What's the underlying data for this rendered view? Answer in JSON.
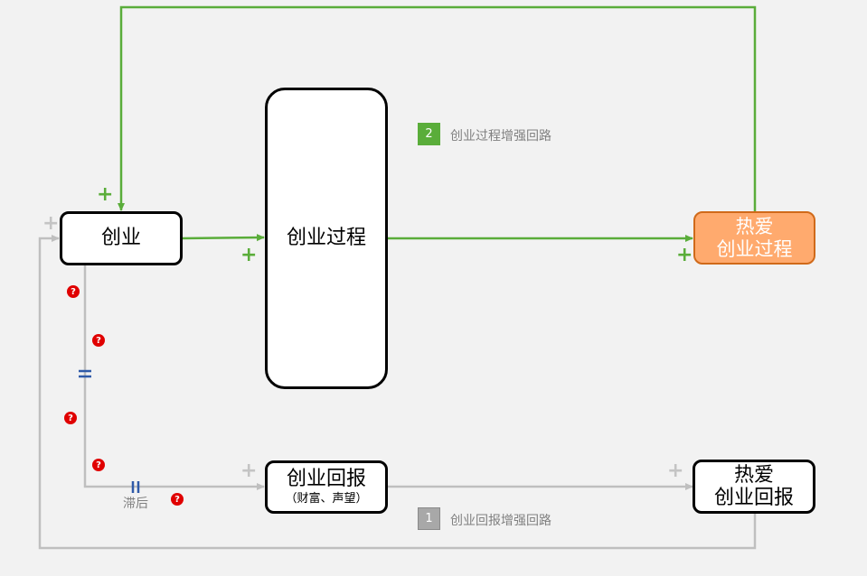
{
  "nodes": {
    "chuangye": "创业",
    "process": "创业过程",
    "love_process": [
      "热爱",
      "创业过程"
    ],
    "return_title": "创业回报",
    "return_sub": "（财富、声望）",
    "love_return": [
      "热爱",
      "创业回报"
    ]
  },
  "loops": [
    {
      "number": "2",
      "label": "创业过程增强回路",
      "color": "#5aad3a"
    },
    {
      "number": "1",
      "label": "创业回报增强回路",
      "color": "#a8a8a8"
    }
  ],
  "polarity": {
    "positive": "+"
  },
  "delay": {
    "label": "滞后"
  },
  "question_mark": "?",
  "colors": {
    "green_link": "#5aad3a",
    "grey_link": "#bfbfbf",
    "orange_node": "#ffaa6e",
    "delay_mark": "#2f5aa8",
    "question": "#e00000"
  }
}
